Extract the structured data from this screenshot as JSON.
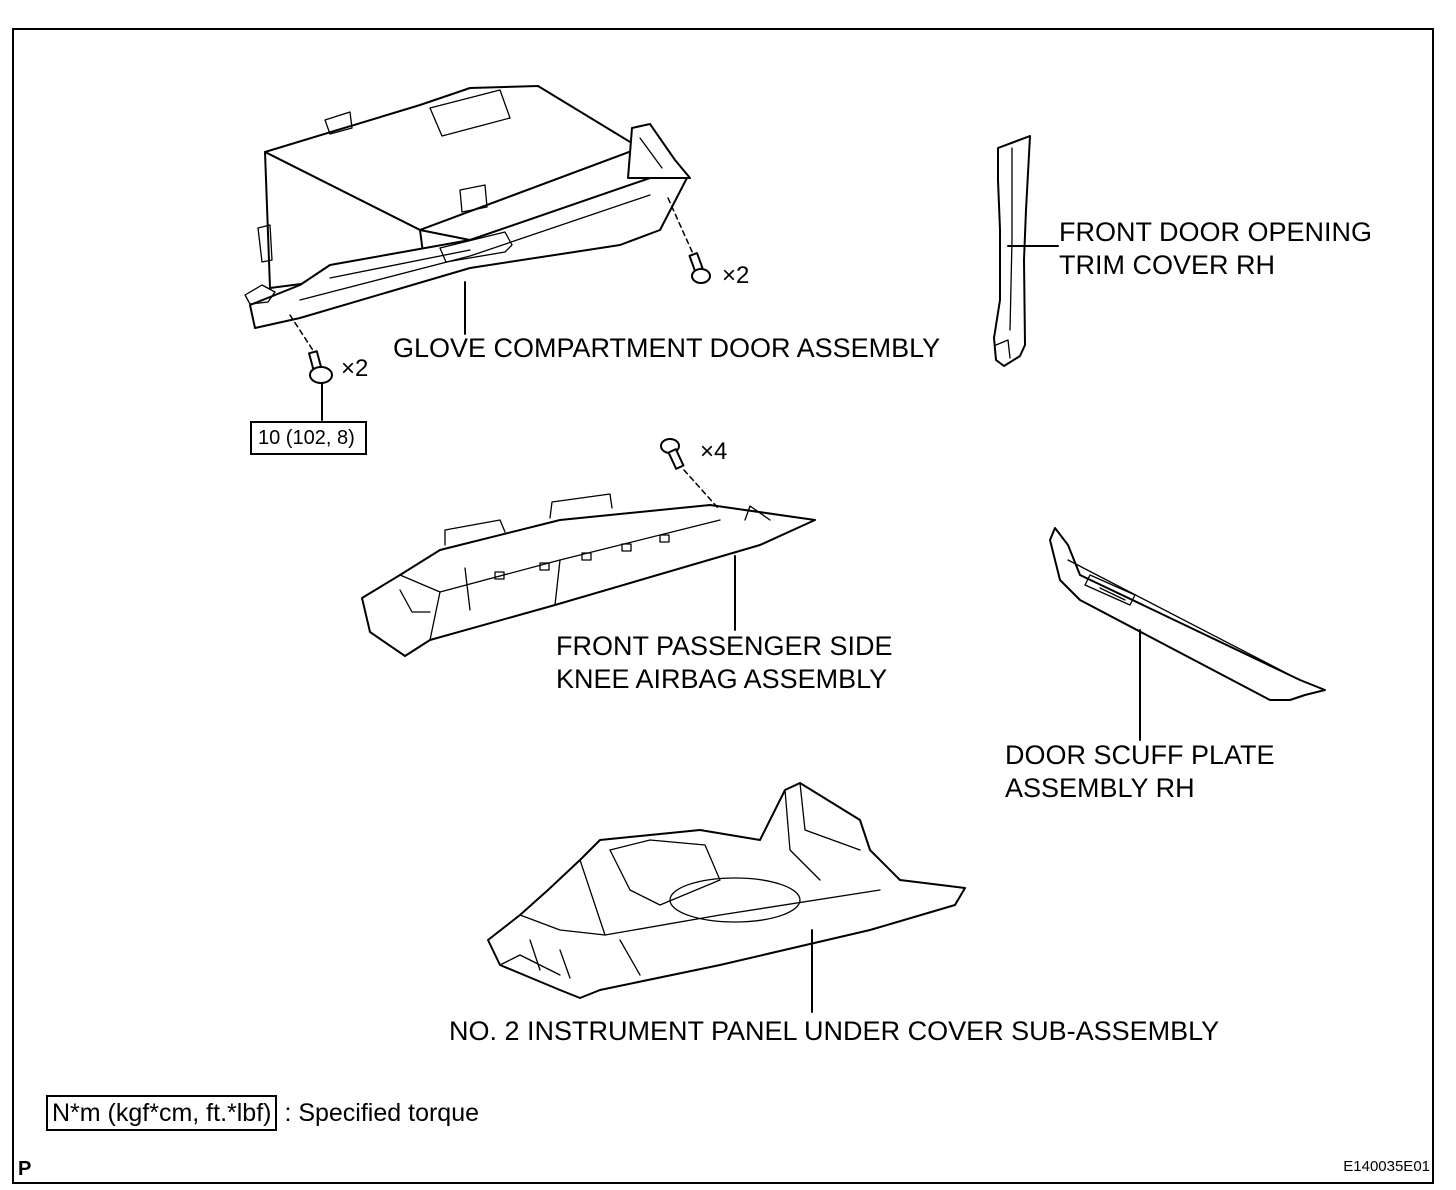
{
  "parts": {
    "glove_compartment": "GLOVE COMPARTMENT DOOR ASSEMBLY",
    "trim_cover": [
      "FRONT DOOR OPENING",
      "TRIM COVER RH"
    ],
    "knee_airbag": [
      "FRONT PASSENGER SIDE",
      "KNEE AIRBAG ASSEMBLY"
    ],
    "scuff_plate": [
      "DOOR SCUFF PLATE",
      "ASSEMBLY RH"
    ],
    "under_cover": "NO. 2 INSTRUMENT PANEL UNDER COVER SUB-ASSEMBLY"
  },
  "fasteners": {
    "glove_upper_qty": "×2",
    "glove_lower_qty": "×2",
    "airbag_qty": "×4"
  },
  "torque": {
    "glove_lower": "10 (102, 8)"
  },
  "legend": {
    "unit_box": "N*m (kgf*cm, ft.*lbf)",
    "description": ": Specified torque"
  },
  "corner_letter": "P",
  "figure_code": "E140035E01"
}
